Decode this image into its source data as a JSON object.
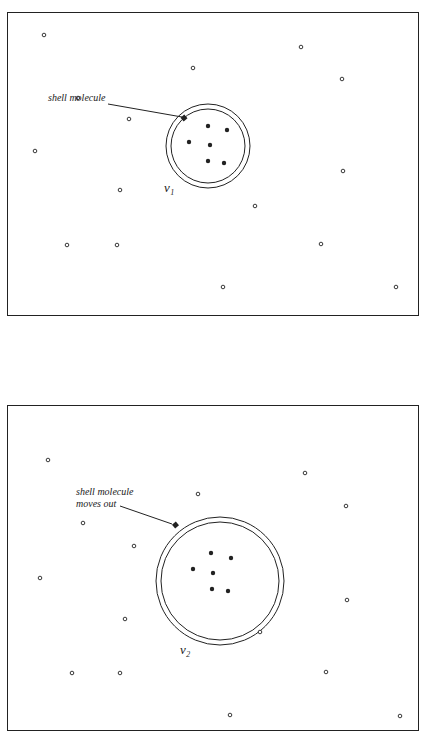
{
  "diagram": {
    "labels": [
      "shell molecule",
      "v₁",
      "shell molecule moves out",
      "v₂"
    ]
  }
}
